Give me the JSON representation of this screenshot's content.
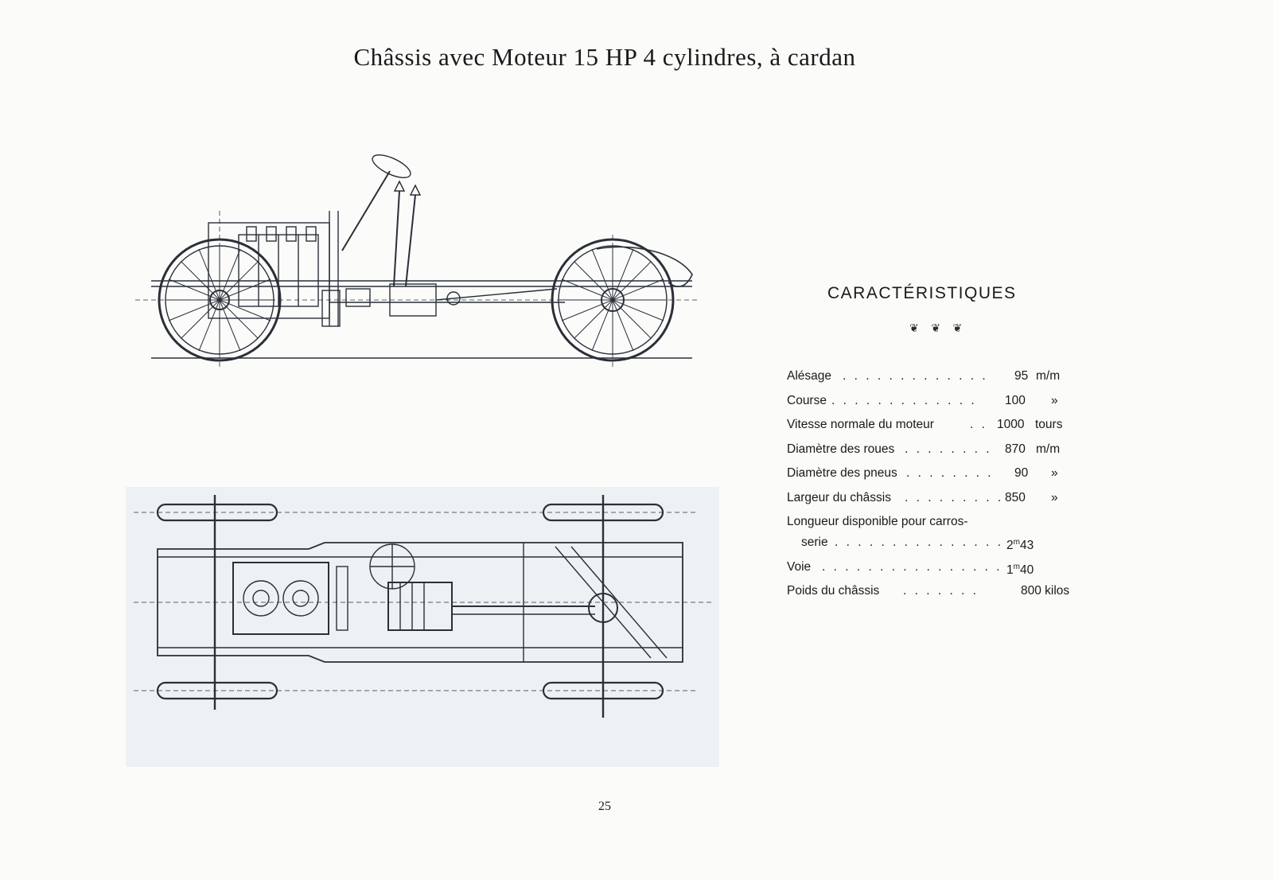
{
  "page": {
    "title": "Châssis avec Moteur 15 HP 4 cylindres, à cardan",
    "page_number": "25"
  },
  "specs": {
    "heading": "CARACTÉRISTIQUES",
    "ornament": "❦ ❦ ❦",
    "rows": [
      {
        "label": "Alésage",
        "dots": ". . . .   . . .   . . .   . . .",
        "value": "95",
        "unit": "m/m"
      },
      {
        "label": "Course",
        "dots": ". .   . .   . . .   . . .   . . .",
        "value": "100",
        "unit": "»"
      },
      {
        "label": "Vitesse normale du moteur",
        "dots": ". .",
        "value": "1000",
        "unit": "tours"
      },
      {
        "label": "Diamètre des roues",
        "dots": ". .   . . . .   . .",
        "value": "870",
        "unit": "m/m"
      },
      {
        "label": "Diamètre des pneus",
        "dots": ".   . . . .   . . .",
        "value": "90",
        "unit": "»"
      },
      {
        "label": "Largeur du châssis",
        "dots": ". .   . . . .   . . .",
        "value": "850",
        "unit": "»"
      },
      {
        "label": "Longueur disponible pour carros-",
        "dots": "",
        "value": "",
        "unit": ""
      },
      {
        "label": "serie",
        "dots": ". .   . . . .   . . .   . . .   . . .",
        "value": "2",
        "sup": "m",
        "value_rest": "43",
        "unit": ""
      },
      {
        "label": "Voie",
        "dots": ". . .   . . . .   . . .   . . .   . . .",
        "value": "1",
        "sup": "m",
        "value_rest": "40",
        "unit": ""
      },
      {
        "label": "Poids du châssis",
        "dots": ". .   . . . . .",
        "value": "800 kilos",
        "unit": ""
      }
    ]
  }
}
